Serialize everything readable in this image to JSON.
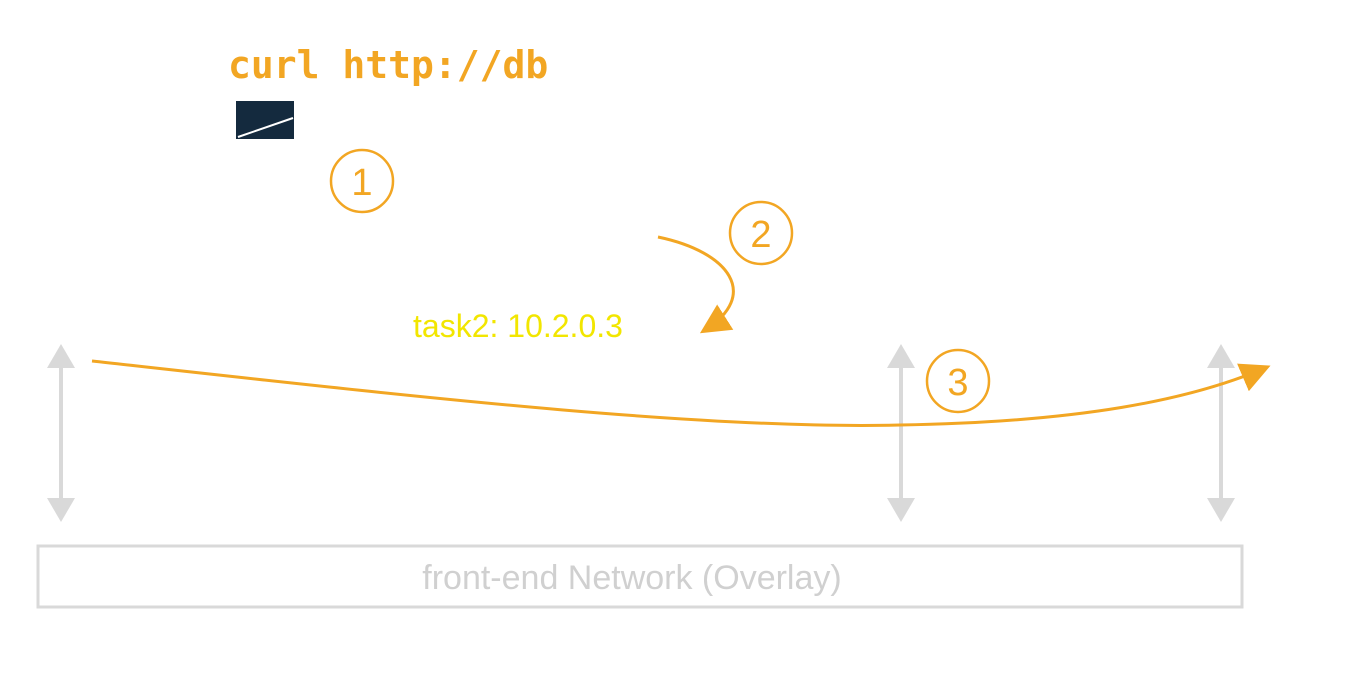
{
  "command": "curl http://db",
  "steps": [
    "1",
    "2",
    "3"
  ],
  "dns_answer": "task2: 10.2.0.3",
  "network_label": "front-end Network (Overlay)",
  "colors": {
    "accent": "#f2a623",
    "answer": "#f2e600",
    "muted": "#d9d9d9",
    "terminal": "#142a3e"
  },
  "icons": [
    "terminal-icon",
    "double-arrow-icon"
  ]
}
